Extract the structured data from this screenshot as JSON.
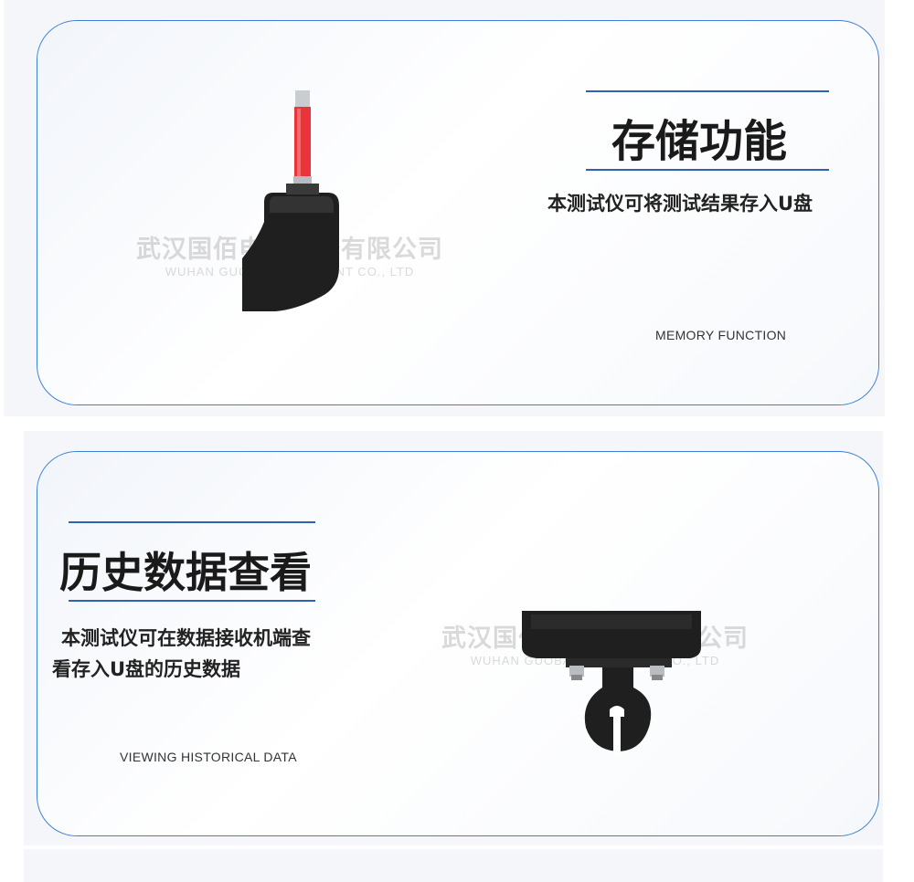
{
  "watermark": {
    "cn": "武汉国佰电力设备有限公司",
    "en": "WUHAN GUOBAI EQUIPMENT CO., LTD"
  },
  "section1": {
    "title": "存储功能",
    "description": "本测试仪可将测试结果存入U盘",
    "subtitle": "MEMORY FUNCTION"
  },
  "section2": {
    "title": "历史数据查看",
    "description_line1": "本测试仪可在数据接收机端查",
    "description_line2": "看存入U盘的历史数据",
    "subtitle": "VIEWING HISTORICAL DATA"
  },
  "colors": {
    "accent_rule": "#2f62b3",
    "card_border": "#3b7fd6",
    "cable_red": "#e8343a",
    "device_black": "#1f1f1f"
  }
}
